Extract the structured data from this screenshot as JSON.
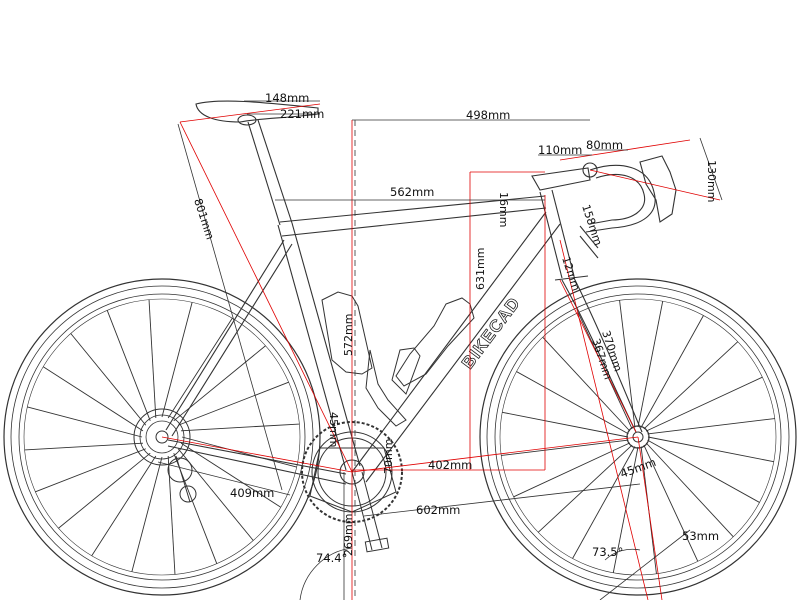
{
  "brand_text": "BIKECAD",
  "colors": {
    "frame_line": "#333333",
    "dimension_line": "#e00000",
    "background": "#ffffff"
  },
  "dimensions": {
    "saddle_length": "148mm",
    "saddle_setback": "221mm",
    "saddle_to_bar": "498mm",
    "stem_length": "110mm",
    "bar_reach": "80mm",
    "bar_drop": "130mm",
    "top_tube": "562mm",
    "headset_stack": "16mm",
    "head_tube": "158mm",
    "stack": "631mm",
    "fork_offset": "12mm",
    "fork_length": "370mm",
    "axle_to_crown": "367mm",
    "saddle_height": "801mm",
    "seat_tube": "572mm",
    "seat_tube_extra": "45mm",
    "bb_drop": "70mm",
    "reach": "402mm",
    "chainstay": "409mm",
    "front_center": "602mm",
    "bb_height": "269mm",
    "seat_angle": "74.4°",
    "head_angle": "73.5°",
    "trail": "53mm",
    "front_offset": "45mm"
  }
}
